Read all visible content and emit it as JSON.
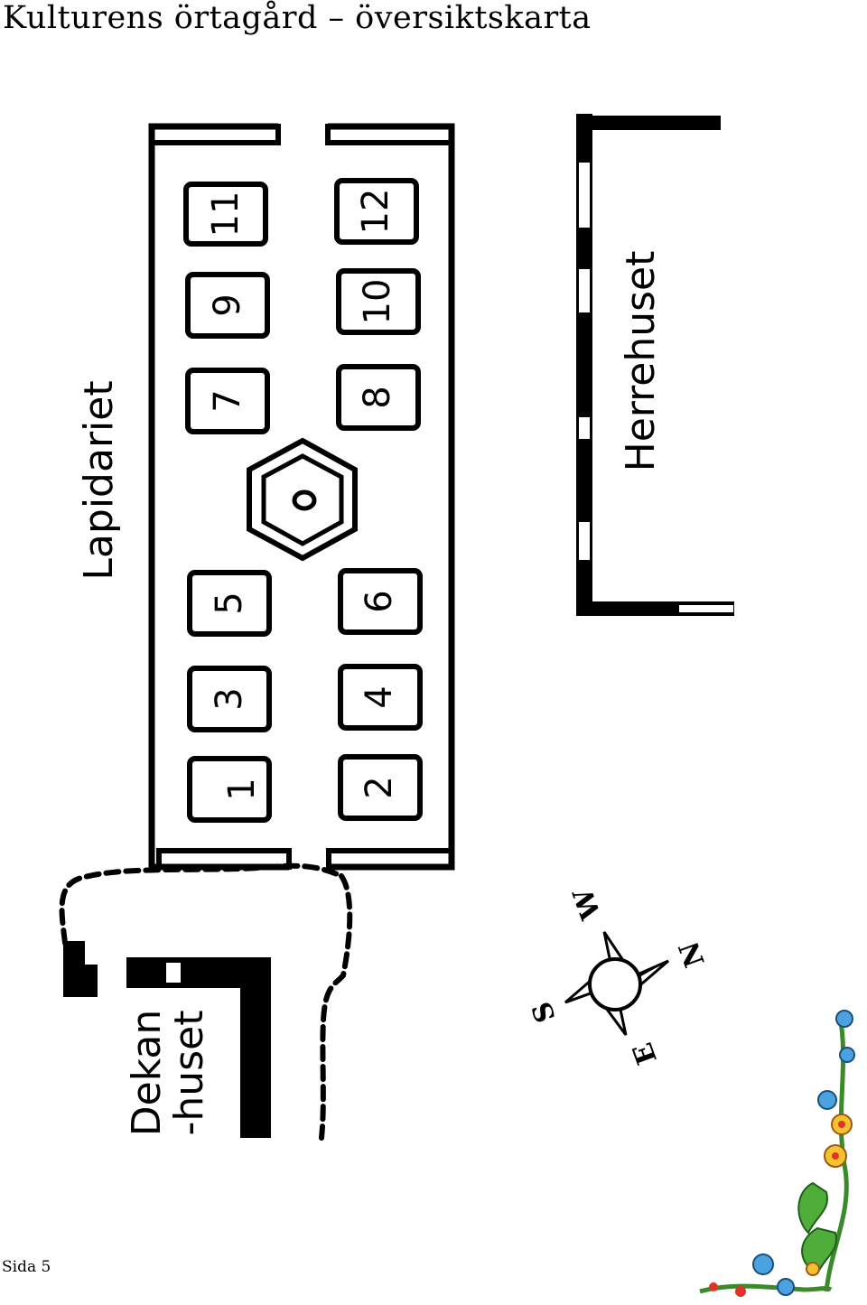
{
  "page": {
    "title": "Kulturens örtagård – översiktskarta",
    "footer": "Sida 5"
  },
  "map": {
    "buildings": {
      "lapidariet": "Lapidariet",
      "herrehuset": "Herrehuset",
      "dekanhuset_line1": "Dekan",
      "dekanhuset_line2": "-huset"
    },
    "beds": [
      "1",
      "2",
      "3",
      "4",
      "5",
      "6",
      "7",
      "8",
      "9",
      "10",
      "11",
      "12"
    ],
    "compass": {
      "north": "N",
      "south": "S",
      "east": "E",
      "west": "W"
    },
    "colors": {
      "ink": "#000000",
      "paper": "#ffffff"
    }
  },
  "decor": {
    "corner_ornament": "flower-border-illustration"
  }
}
